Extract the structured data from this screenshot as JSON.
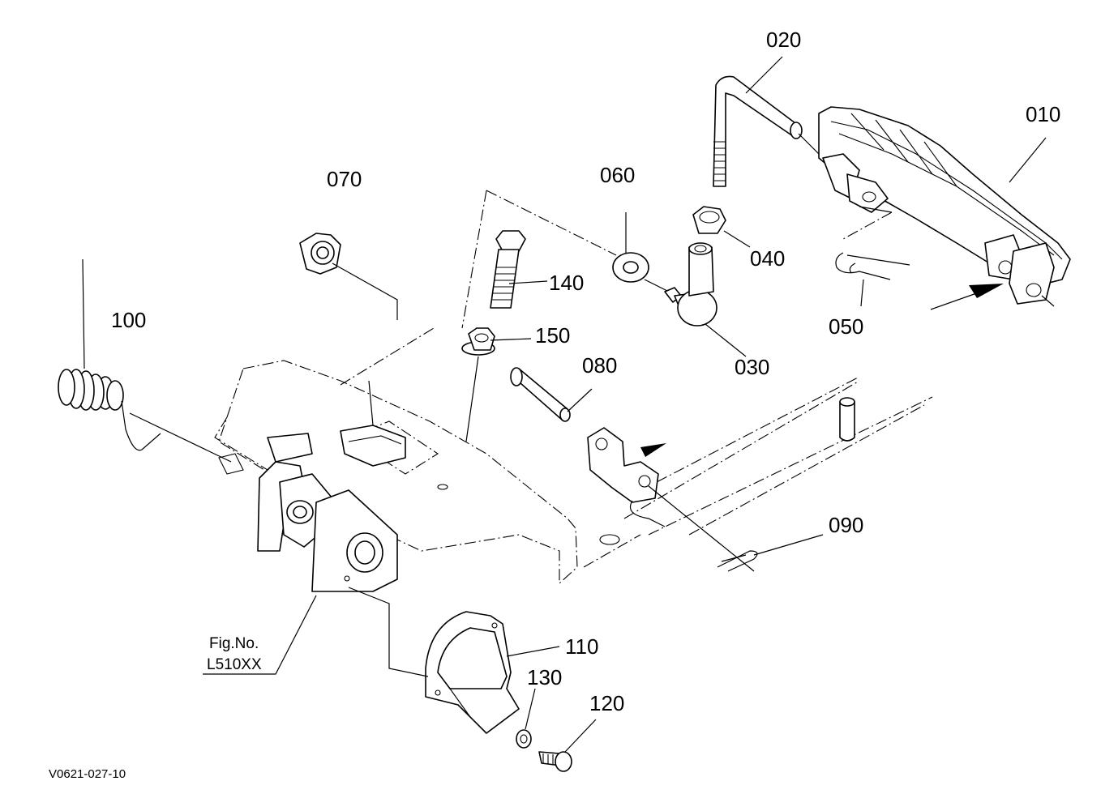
{
  "parts": [
    {
      "id": "010",
      "label": "010"
    },
    {
      "id": "020",
      "label": "020"
    },
    {
      "id": "030",
      "label": "030"
    },
    {
      "id": "040",
      "label": "040"
    },
    {
      "id": "050",
      "label": "050"
    },
    {
      "id": "060",
      "label": "060"
    },
    {
      "id": "070",
      "label": "070"
    },
    {
      "id": "080",
      "label": "080"
    },
    {
      "id": "090",
      "label": "090"
    },
    {
      "id": "100",
      "label": "100"
    },
    {
      "id": "110",
      "label": "110"
    },
    {
      "id": "120",
      "label": "120"
    },
    {
      "id": "130",
      "label": "130"
    },
    {
      "id": "140",
      "label": "140"
    },
    {
      "id": "150",
      "label": "150"
    }
  ],
  "figure_ref": {
    "line1": "Fig.No.",
    "line2": "L510XX"
  },
  "drawing_code": "V0621-027-10"
}
